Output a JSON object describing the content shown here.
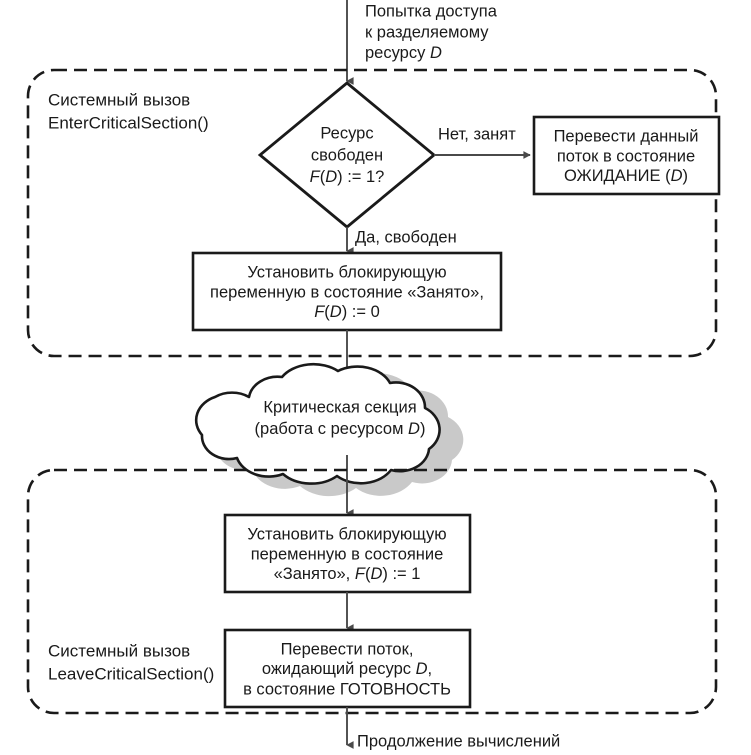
{
  "diagram": {
    "title_top": {
      "line1": "Попытка доступа",
      "line2": "к разделяемому",
      "line3_pre": "ресурсу ",
      "line3_var": "D"
    },
    "groups": [
      {
        "id": "enter-critical-section",
        "label_line1": "Системный вызов",
        "label_line2": "EnterCriticalSection()"
      },
      {
        "id": "leave-critical-section",
        "label_line1": "Системный вызов",
        "label_line2": "LeaveCriticalSection()"
      }
    ],
    "decision": {
      "line1": "Ресурс",
      "line2": "свободен",
      "line3_f": "F",
      "line3_paren1": "(",
      "line3_d": "D",
      "line3_rest": ") := 1?"
    },
    "edge_labels": {
      "no_branch": "Нет, занят",
      "yes_branch": "Да, свободен",
      "bottom": "Продолжение вычислений"
    },
    "boxes": [
      {
        "id": "wait-box",
        "line1": "Перевести данный",
        "line2": "поток в состояние",
        "line3_pre": "ОЖИДАНИЕ (",
        "line3_var": "D",
        "line3_post": ")"
      },
      {
        "id": "set-busy-zero",
        "line1": "Установить блокирующую",
        "line2": "переменную в состояние «Занято»,",
        "line3_f": "F",
        "line3_paren1": "(",
        "line3_d": "D",
        "line3_rest": ") := 0"
      },
      {
        "id": "set-busy-one",
        "line1": "Установить блокирующую",
        "line2": "переменную в состояние",
        "line3_pre": "«Занято», ",
        "line3_f": "F",
        "line3_paren1": "(",
        "line3_d": "D",
        "line3_rest": ") := 1"
      },
      {
        "id": "ready-box",
        "line1": "Перевести поток,",
        "line2_pre": "ожидающий ресурс ",
        "line2_var": "D",
        "line2_post": ",",
        "line3": "в состояние ГОТОВНОСТЬ"
      }
    ],
    "cloud": {
      "line1": "Критическая секция",
      "line2_pre": "(работа с ресурсом ",
      "line2_var": "D",
      "line2_post": ")"
    },
    "colors": {
      "stroke": "#1a1a1a",
      "connector": "#4a4a4a",
      "shadow": "#c9c9c9",
      "background": "#ffffff"
    }
  }
}
